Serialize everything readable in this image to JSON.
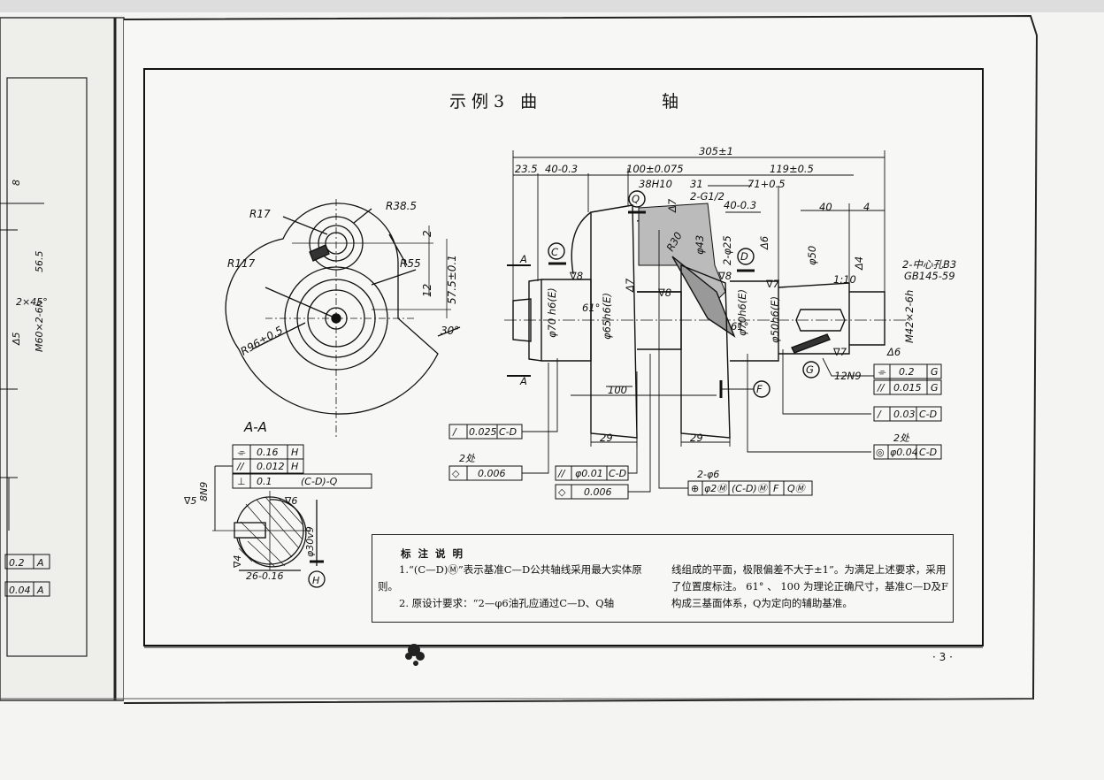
{
  "title": {
    "main": "示例3  曲",
    "suffix": "轴"
  },
  "page": {
    "number": "· 3 ·"
  },
  "left_fragment": [
    "8",
    "56.5",
    "2×45°",
    "M60×2-6h",
    "Δ5",
    "0.2",
    "A",
    "0.04",
    "A"
  ],
  "section_aa": {
    "title": "A-A",
    "r17": "R17",
    "r385": "R38.5",
    "r117": "R117",
    "r55": "R55",
    "r96": "R96±0.5",
    "d2": "2",
    "d12": "12",
    "d575": "57.5±0.1",
    "ang30": "30°"
  },
  "tol_left": {
    "r1_sym": "⌯",
    "r1_val": "0.16",
    "r1_ref": "H",
    "r2_sym": "//",
    "r2_val": "0.012",
    "r2_ref": "H",
    "r3_sym": "⊥",
    "r3_val": "0.1",
    "r3_ref": "(C-D)-Q"
  },
  "section_h": {
    "v5": "∇5",
    "n9": "8N9",
    "v6": "∇6",
    "d30": "φ30v9",
    "v4": "∇4",
    "d26": "26-0.16",
    "label": "H"
  },
  "main": {
    "d305": "305±1",
    "d235": "23.5",
    "d40a": "40-0.3",
    "d100": "100±0.075",
    "d119": "119±0.5",
    "d38h": "38H10",
    "d31": "31",
    "d71": "71+0.5",
    "g12": "2-G1/2",
    "d40b": "40-0.3",
    "d40c": "40",
    "d4": "4",
    "c": "C",
    "q": "Q",
    "d": "D",
    "g": "G",
    "f": "F",
    "a_top": "A",
    "a_bot": "A",
    "d100b": "100",
    "d29a": "29",
    "d29b": "29",
    "v8a": "∇8",
    "v8b": "∇8",
    "v8c": "∇8",
    "v7": "∇7",
    "v7b": "∇7",
    "v6": "Δ6",
    "n9": "12N9",
    "a61": "61°",
    "a61b": "61°",
    "r110": "1:10",
    "center_hole": "2-中心孔B3",
    "gb": "GB145-59",
    "phi70": "φ70 h6(E)",
    "phi65": "φ65h6(E)",
    "phi70b": "φ70h6(E)",
    "phi50": "φ50h6(E)",
    "m42": "M42×2-6h",
    "phi50b": "φ50",
    "r30": "R30",
    "phi43": "φ43",
    "d2": "2-φ25",
    "v6b": "Δ6",
    "v4": "Δ4",
    "v7c": "Δ7",
    "v7d": "Δ7"
  },
  "fcf": {
    "f1_sym": "/",
    "f1_val": "0.025",
    "f1_ref": "C-D",
    "f2_note": "2处",
    "f2_sym": "◇",
    "f2_val": "0.006",
    "f3_sym": "//",
    "f3_val": "φ0.01",
    "f3_ref": "C-D",
    "f4_sym": "◇",
    "f4_val": "0.006",
    "f5_note": "2-φ6",
    "f5_sym": "⊕",
    "f5_val": "φ2Ⓜ",
    "f5_ref1": "(C-D)Ⓜ",
    "f5_ref2": "F",
    "f5_ref3": "QⓂ",
    "f6_sym": "⌯",
    "f6_val": "0.2",
    "f6_ref": "G",
    "f7_sym": "//",
    "f7_val": "0.015",
    "f7_ref": "G",
    "f8_sym": "/",
    "f8_val": "0.03",
    "f8_ref": "C-D",
    "f9_note": "2处",
    "f9_sym": "◎",
    "f9_val": "φ0.04",
    "f9_ref": "C-D"
  },
  "notes": {
    "heading": "标 注 说 明",
    "note1": "1.“(C—D)Ⓜ”表示基准C—D公共轴线采用最大实体原则。",
    "note2": "2. 原设计要求：“2—φ6油孔应通过C—D、Q轴",
    "note3": "线组成的平面，极限偏差不大于±1”。为满足上述要求，采用了位置度标注。 61° 、 100 为理论正确尺寸，基准C—D及F构成三基面体系，Q为定向的辅助基准。"
  }
}
